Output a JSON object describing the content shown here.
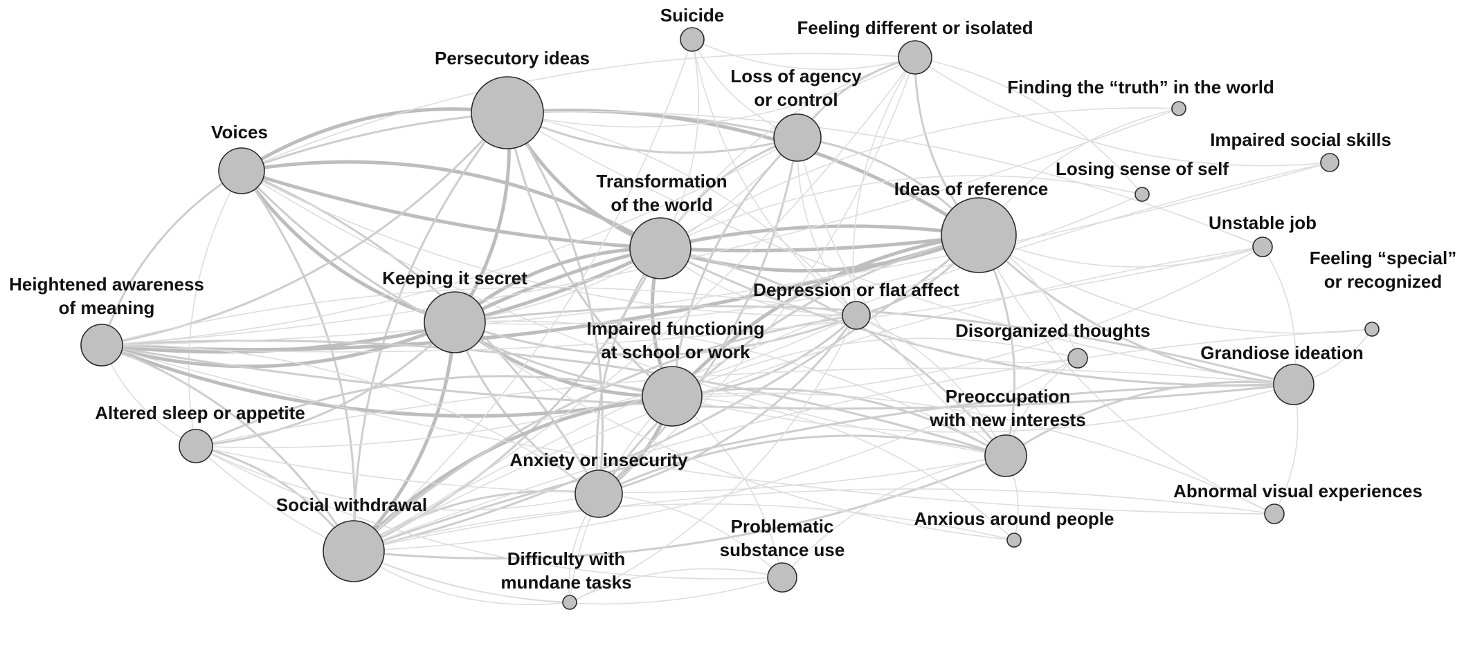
{
  "diagram": {
    "type": "network-graph",
    "colors": {
      "node_fill": "#c0c0c0",
      "node_stroke": "#2a2a2a",
      "edge_light": "#dddddd",
      "edge_mid": "#cdcdcd",
      "edge_strong": "#bdbdbd",
      "label": "#111111"
    },
    "nodes": [
      {
        "id": "suicide",
        "label": [
          "Suicide"
        ],
        "size": 1.7
      },
      {
        "id": "feeling-different",
        "label": [
          "Feeling different or isolated"
        ],
        "size": 2.4
      },
      {
        "id": "persecutory-ideas",
        "label": [
          "Persecutory ideas"
        ],
        "size": 5.2
      },
      {
        "id": "loss-of-agency",
        "label": [
          "Loss of agency",
          "or control"
        ],
        "size": 3.4
      },
      {
        "id": "finding-truth",
        "label": [
          "Finding the “truth” in the world"
        ],
        "size": 1.0
      },
      {
        "id": "voices",
        "label": [
          "Voices"
        ],
        "size": 3.3
      },
      {
        "id": "impaired-social-skills",
        "label": [
          "Impaired social skills"
        ],
        "size": 1.3
      },
      {
        "id": "losing-sense-of-self",
        "label": [
          "Losing sense of self"
        ],
        "size": 1.0
      },
      {
        "id": "transformation-of-world",
        "label": [
          "Transformation",
          "of the world"
        ],
        "size": 4.4
      },
      {
        "id": "ideas-of-reference",
        "label": [
          "Ideas of reference"
        ],
        "size": 5.4
      },
      {
        "id": "unstable-job",
        "label": [
          "Unstable job"
        ],
        "size": 1.4
      },
      {
        "id": "feeling-special",
        "label": [
          "Feeling “special”",
          "or recognized"
        ],
        "size": 1.0
      },
      {
        "id": "heightened-awareness",
        "label": [
          "Heightened awareness",
          "of meaning"
        ],
        "size": 3.0
      },
      {
        "id": "keeping-secret",
        "label": [
          "Keeping it secret"
        ],
        "size": 4.4
      },
      {
        "id": "depression",
        "label": [
          "Depression or flat affect"
        ],
        "size": 2.0
      },
      {
        "id": "disorganized-thoughts",
        "label": [
          "Disorganized thoughts"
        ],
        "size": 1.4
      },
      {
        "id": "impaired-functioning",
        "label": [
          "Impaired functioning",
          "at school or work"
        ],
        "size": 4.3
      },
      {
        "id": "grandiose-ideation",
        "label": [
          "Grandiose ideation"
        ],
        "size": 2.9
      },
      {
        "id": "altered-sleep",
        "label": [
          "Altered sleep or appetite"
        ],
        "size": 2.4
      },
      {
        "id": "preoccupation",
        "label": [
          "Preoccupation",
          "with new interests"
        ],
        "size": 3.0
      },
      {
        "id": "anxiety",
        "label": [
          "Anxiety or insecurity"
        ],
        "size": 3.4
      },
      {
        "id": "social-withdrawal",
        "label": [
          "Social withdrawal"
        ],
        "size": 4.4
      },
      {
        "id": "abnormal-visual",
        "label": [
          "Abnormal visual experiences"
        ],
        "size": 1.4
      },
      {
        "id": "anxious-around-people",
        "label": [
          "Anxious around people"
        ],
        "size": 1.0
      },
      {
        "id": "problematic-substance",
        "label": [
          "Problematic",
          "substance use"
        ],
        "size": 2.1
      },
      {
        "id": "difficulty-mundane",
        "label": [
          "Difficulty with",
          "mundane tasks"
        ],
        "size": 1.0
      }
    ],
    "edges": [
      [
        "voices",
        "ideas-of-reference",
        3
      ],
      [
        "voices",
        "transformation-of-world",
        3
      ],
      [
        "voices",
        "keeping-secret",
        3
      ],
      [
        "voices",
        "persecutory-ideas",
        3
      ],
      [
        "voices",
        "impaired-functioning",
        2
      ],
      [
        "voices",
        "social-withdrawal",
        2
      ],
      [
        "voices",
        "heightened-awareness",
        2
      ],
      [
        "voices",
        "anxiety",
        2
      ],
      [
        "voices",
        "depression",
        1
      ],
      [
        "voices",
        "loss-of-agency",
        2
      ],
      [
        "voices",
        "altered-sleep",
        1
      ],
      [
        "voices",
        "feeling-different",
        1
      ],
      [
        "voices",
        "preoccupation",
        1
      ],
      [
        "persecutory-ideas",
        "ideas-of-reference",
        3
      ],
      [
        "persecutory-ideas",
        "transformation-of-world",
        3
      ],
      [
        "persecutory-ideas",
        "keeping-secret",
        3
      ],
      [
        "persecutory-ideas",
        "impaired-functioning",
        2
      ],
      [
        "persecutory-ideas",
        "anxiety",
        2
      ],
      [
        "persecutory-ideas",
        "social-withdrawal",
        2
      ],
      [
        "persecutory-ideas",
        "heightened-awareness",
        2
      ],
      [
        "persecutory-ideas",
        "loss-of-agency",
        2
      ],
      [
        "persecutory-ideas",
        "depression",
        1
      ],
      [
        "persecutory-ideas",
        "feeling-different",
        1
      ],
      [
        "persecutory-ideas",
        "unstable-job",
        1
      ],
      [
        "persecutory-ideas",
        "grandiose-ideation",
        1
      ],
      [
        "ideas-of-reference",
        "transformation-of-world",
        3
      ],
      [
        "ideas-of-reference",
        "keeping-secret",
        3
      ],
      [
        "ideas-of-reference",
        "heightened-awareness",
        3
      ],
      [
        "ideas-of-reference",
        "impaired-functioning",
        3
      ],
      [
        "ideas-of-reference",
        "social-withdrawal",
        2
      ],
      [
        "ideas-of-reference",
        "grandiose-ideation",
        2
      ],
      [
        "ideas-of-reference",
        "preoccupation",
        2
      ],
      [
        "ideas-of-reference",
        "anxiety",
        2
      ],
      [
        "ideas-of-reference",
        "depression",
        2
      ],
      [
        "ideas-of-reference",
        "loss-of-agency",
        2
      ],
      [
        "ideas-of-reference",
        "feeling-different",
        2
      ],
      [
        "ideas-of-reference",
        "unstable-job",
        1
      ],
      [
        "ideas-of-reference",
        "finding-truth",
        1
      ],
      [
        "ideas-of-reference",
        "abnormal-visual",
        1
      ],
      [
        "ideas-of-reference",
        "disorganized-thoughts",
        1
      ],
      [
        "transformation-of-world",
        "keeping-secret",
        3
      ],
      [
        "transformation-of-world",
        "heightened-awareness",
        3
      ],
      [
        "transformation-of-world",
        "impaired-functioning",
        3
      ],
      [
        "transformation-of-world",
        "social-withdrawal",
        2
      ],
      [
        "transformation-of-world",
        "anxiety",
        2
      ],
      [
        "transformation-of-world",
        "loss-of-agency",
        2
      ],
      [
        "transformation-of-world",
        "grandiose-ideation",
        2
      ],
      [
        "transformation-of-world",
        "preoccupation",
        2
      ],
      [
        "transformation-of-world",
        "depression",
        1
      ],
      [
        "transformation-of-world",
        "feeling-different",
        1
      ],
      [
        "transformation-of-world",
        "suicide",
        1
      ],
      [
        "keeping-secret",
        "heightened-awareness",
        3
      ],
      [
        "keeping-secret",
        "impaired-functioning",
        3
      ],
      [
        "keeping-secret",
        "social-withdrawal",
        3
      ],
      [
        "keeping-secret",
        "anxiety",
        2
      ],
      [
        "keeping-secret",
        "altered-sleep",
        2
      ],
      [
        "keeping-secret",
        "depression",
        2
      ],
      [
        "keeping-secret",
        "grandiose-ideation",
        2
      ],
      [
        "keeping-secret",
        "loss-of-agency",
        1
      ],
      [
        "keeping-secret",
        "preoccupation",
        1
      ],
      [
        "heightened-awareness",
        "impaired-functioning",
        3
      ],
      [
        "heightened-awareness",
        "social-withdrawal",
        2
      ],
      [
        "heightened-awareness",
        "grandiose-ideation",
        2
      ],
      [
        "heightened-awareness",
        "preoccupation",
        2
      ],
      [
        "heightened-awareness",
        "altered-sleep",
        1
      ],
      [
        "heightened-awareness",
        "anxiety",
        1
      ],
      [
        "heightened-awareness",
        "loss-of-agency",
        1
      ],
      [
        "heightened-awareness",
        "depression",
        1
      ],
      [
        "impaired-functioning",
        "social-withdrawal",
        3
      ],
      [
        "impaired-functioning",
        "anxiety",
        3
      ],
      [
        "impaired-functioning",
        "depression",
        2
      ],
      [
        "impaired-functioning",
        "preoccupation",
        2
      ],
      [
        "impaired-functioning",
        "altered-sleep",
        2
      ],
      [
        "impaired-functioning",
        "loss-of-agency",
        2
      ],
      [
        "impaired-functioning",
        "grandiose-ideation",
        1
      ],
      [
        "impaired-functioning",
        "problematic-substance",
        1
      ],
      [
        "impaired-functioning",
        "difficulty-mundane",
        1
      ],
      [
        "social-withdrawal",
        "anxiety",
        2
      ],
      [
        "social-withdrawal",
        "altered-sleep",
        2
      ],
      [
        "social-withdrawal",
        "depression",
        2
      ],
      [
        "social-withdrawal",
        "preoccupation",
        2
      ],
      [
        "social-withdrawal",
        "grandiose-ideation",
        2
      ],
      [
        "social-withdrawal",
        "problematic-substance",
        1
      ],
      [
        "social-withdrawal",
        "abnormal-visual",
        1
      ],
      [
        "social-withdrawal",
        "difficulty-mundane",
        1
      ],
      [
        "social-withdrawal",
        "anxious-around-people",
        1
      ],
      [
        "anxiety",
        "depression",
        2
      ],
      [
        "anxiety",
        "preoccupation",
        2
      ],
      [
        "anxiety",
        "loss-of-agency",
        2
      ],
      [
        "anxiety",
        "altered-sleep",
        1
      ],
      [
        "anxiety",
        "difficulty-mundane",
        1
      ],
      [
        "anxiety",
        "problematic-substance",
        1
      ],
      [
        "anxiety",
        "feeling-different",
        1
      ],
      [
        "loss-of-agency",
        "feeling-different",
        2
      ],
      [
        "loss-of-agency",
        "depression",
        1
      ],
      [
        "loss-of-agency",
        "suicide",
        1
      ],
      [
        "loss-of-agency",
        "preoccupation",
        1
      ],
      [
        "feeling-different",
        "social-withdrawal",
        1
      ],
      [
        "feeling-different",
        "impaired-social-skills",
        1
      ],
      [
        "feeling-different",
        "losing-sense-of-self",
        1
      ],
      [
        "feeling-different",
        "depression",
        1
      ],
      [
        "preoccupation",
        "grandiose-ideation",
        2
      ],
      [
        "preoccupation",
        "depression",
        1
      ],
      [
        "preoccupation",
        "disorganized-thoughts",
        1
      ],
      [
        "grandiose-ideation",
        "feeling-special",
        1
      ],
      [
        "grandiose-ideation",
        "abnormal-visual",
        1
      ],
      [
        "grandiose-ideation",
        "unstable-job",
        1
      ],
      [
        "depression",
        "altered-sleep",
        1
      ],
      [
        "depression",
        "disorganized-thoughts",
        1
      ],
      [
        "problematic-substance",
        "preoccupation",
        1
      ],
      [
        "problematic-substance",
        "difficulty-mundane",
        1
      ],
      [
        "problematic-substance",
        "altered-sleep",
        1
      ],
      [
        "suicide",
        "depression",
        1
      ],
      [
        "suicide",
        "social-withdrawal",
        1
      ],
      [
        "suicide",
        "feeling-different",
        1
      ],
      [
        "unstable-job",
        "impaired-functioning",
        1
      ],
      [
        "unstable-job",
        "social-withdrawal",
        1
      ],
      [
        "unstable-job",
        "heightened-awareness",
        1
      ],
      [
        "impaired-social-skills",
        "social-withdrawal",
        1
      ],
      [
        "impaired-social-skills",
        "heightened-awareness",
        1
      ],
      [
        "losing-sense-of-self",
        "transformation-of-world",
        1
      ],
      [
        "losing-sense-of-self",
        "keeping-secret",
        1
      ],
      [
        "finding-truth",
        "transformation-of-world",
        1
      ],
      [
        "finding-truth",
        "heightened-awareness",
        1
      ],
      [
        "feeling-special",
        "social-withdrawal",
        1
      ],
      [
        "feeling-special",
        "ideas-of-reference",
        1
      ],
      [
        "disorganized-thoughts",
        "impaired-functioning",
        1
      ],
      [
        "disorganized-thoughts",
        "social-withdrawal",
        1
      ],
      [
        "abnormal-visual",
        "impaired-functioning",
        1
      ],
      [
        "abnormal-visual",
        "heightened-awareness",
        1
      ],
      [
        "anxious-around-people",
        "preoccupation",
        1
      ],
      [
        "anxious-around-people",
        "keeping-secret",
        1
      ],
      [
        "anxious-around-people",
        "impaired-functioning",
        1
      ],
      [
        "difficulty-mundane",
        "altered-sleep",
        1
      ],
      [
        "difficulty-mundane",
        "depression",
        1
      ],
      [
        "altered-sleep",
        "grandiose-ideation",
        1
      ],
      [
        "altered-sleep",
        "preoccupation",
        1
      ]
    ]
  }
}
